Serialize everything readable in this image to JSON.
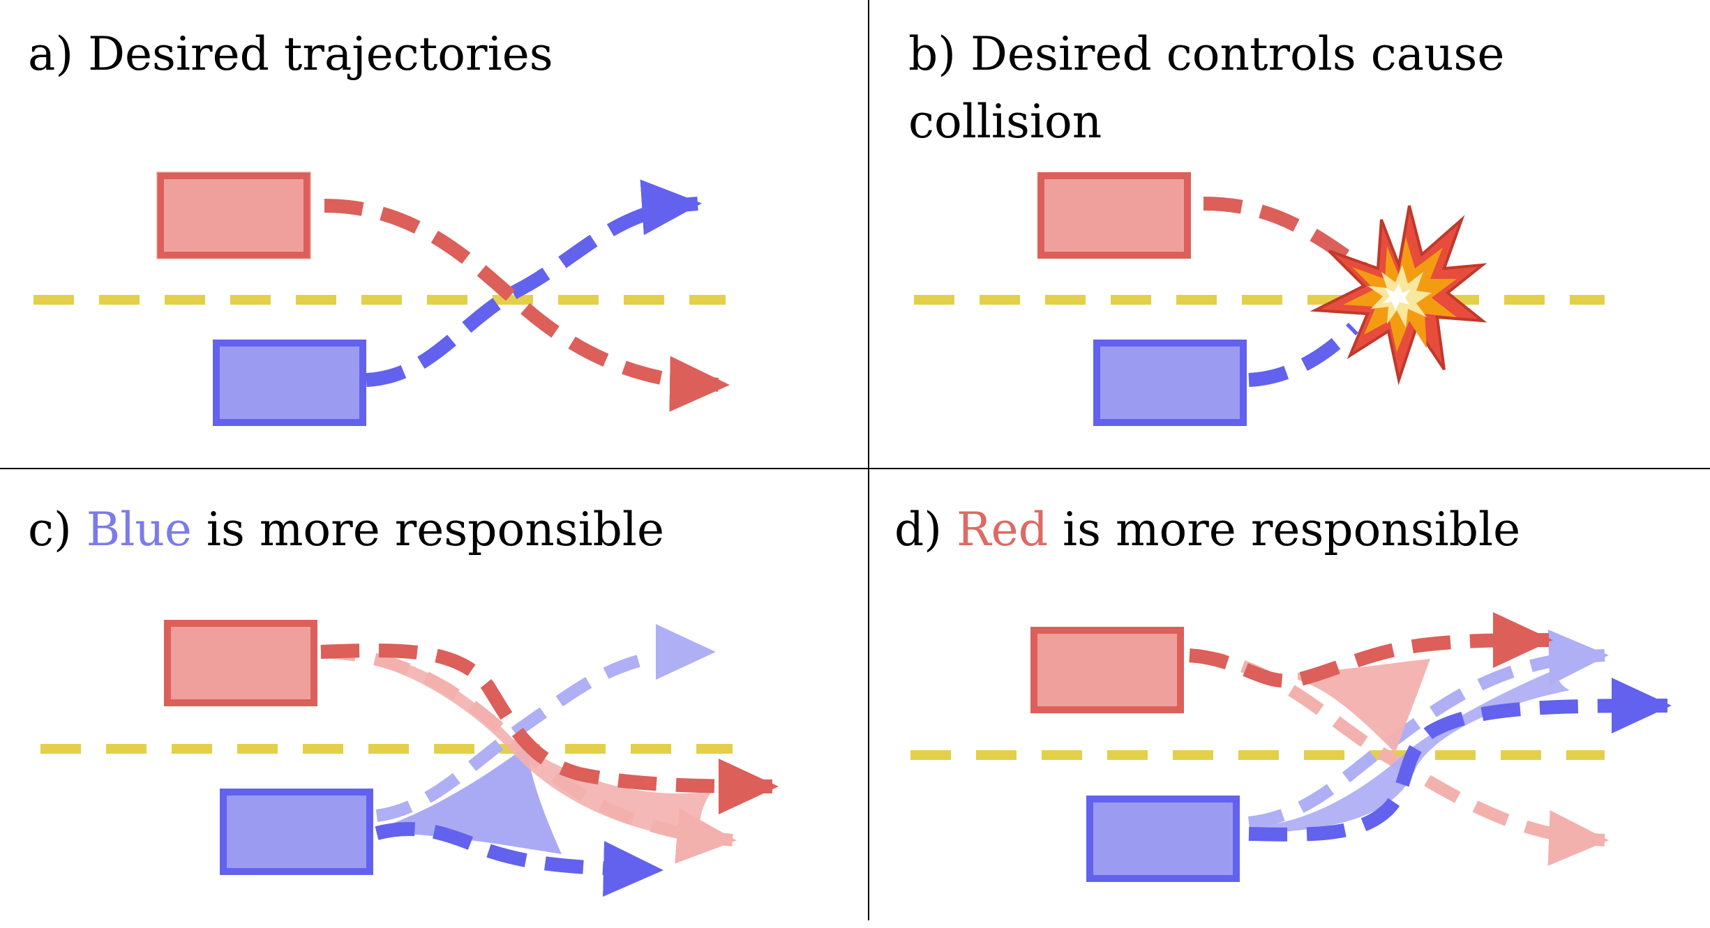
{
  "colors": {
    "red_fill": "#f0a09c",
    "red_stroke": "#dc5f5a",
    "red_light": "#f3b1ae",
    "blue_fill": "#9b9bf2",
    "blue_stroke": "#6262ee",
    "blue_light": "#afaff5",
    "lane": "#e4cf49",
    "caption_blue": "#7b7bea",
    "caption_red": "#dd6a64",
    "divider": "#000000"
  },
  "panels": {
    "a": {
      "caption": "a) Desired trajectories"
    },
    "b": {
      "caption_line1": "b) Desired controls cause",
      "caption_line2": "collision"
    },
    "c": {
      "prefix": "c) ",
      "highlight": "Blue",
      "suffix": " is more responsible"
    },
    "d": {
      "prefix": "d) ",
      "highlight": "Red",
      "suffix": " is more responsible"
    }
  }
}
